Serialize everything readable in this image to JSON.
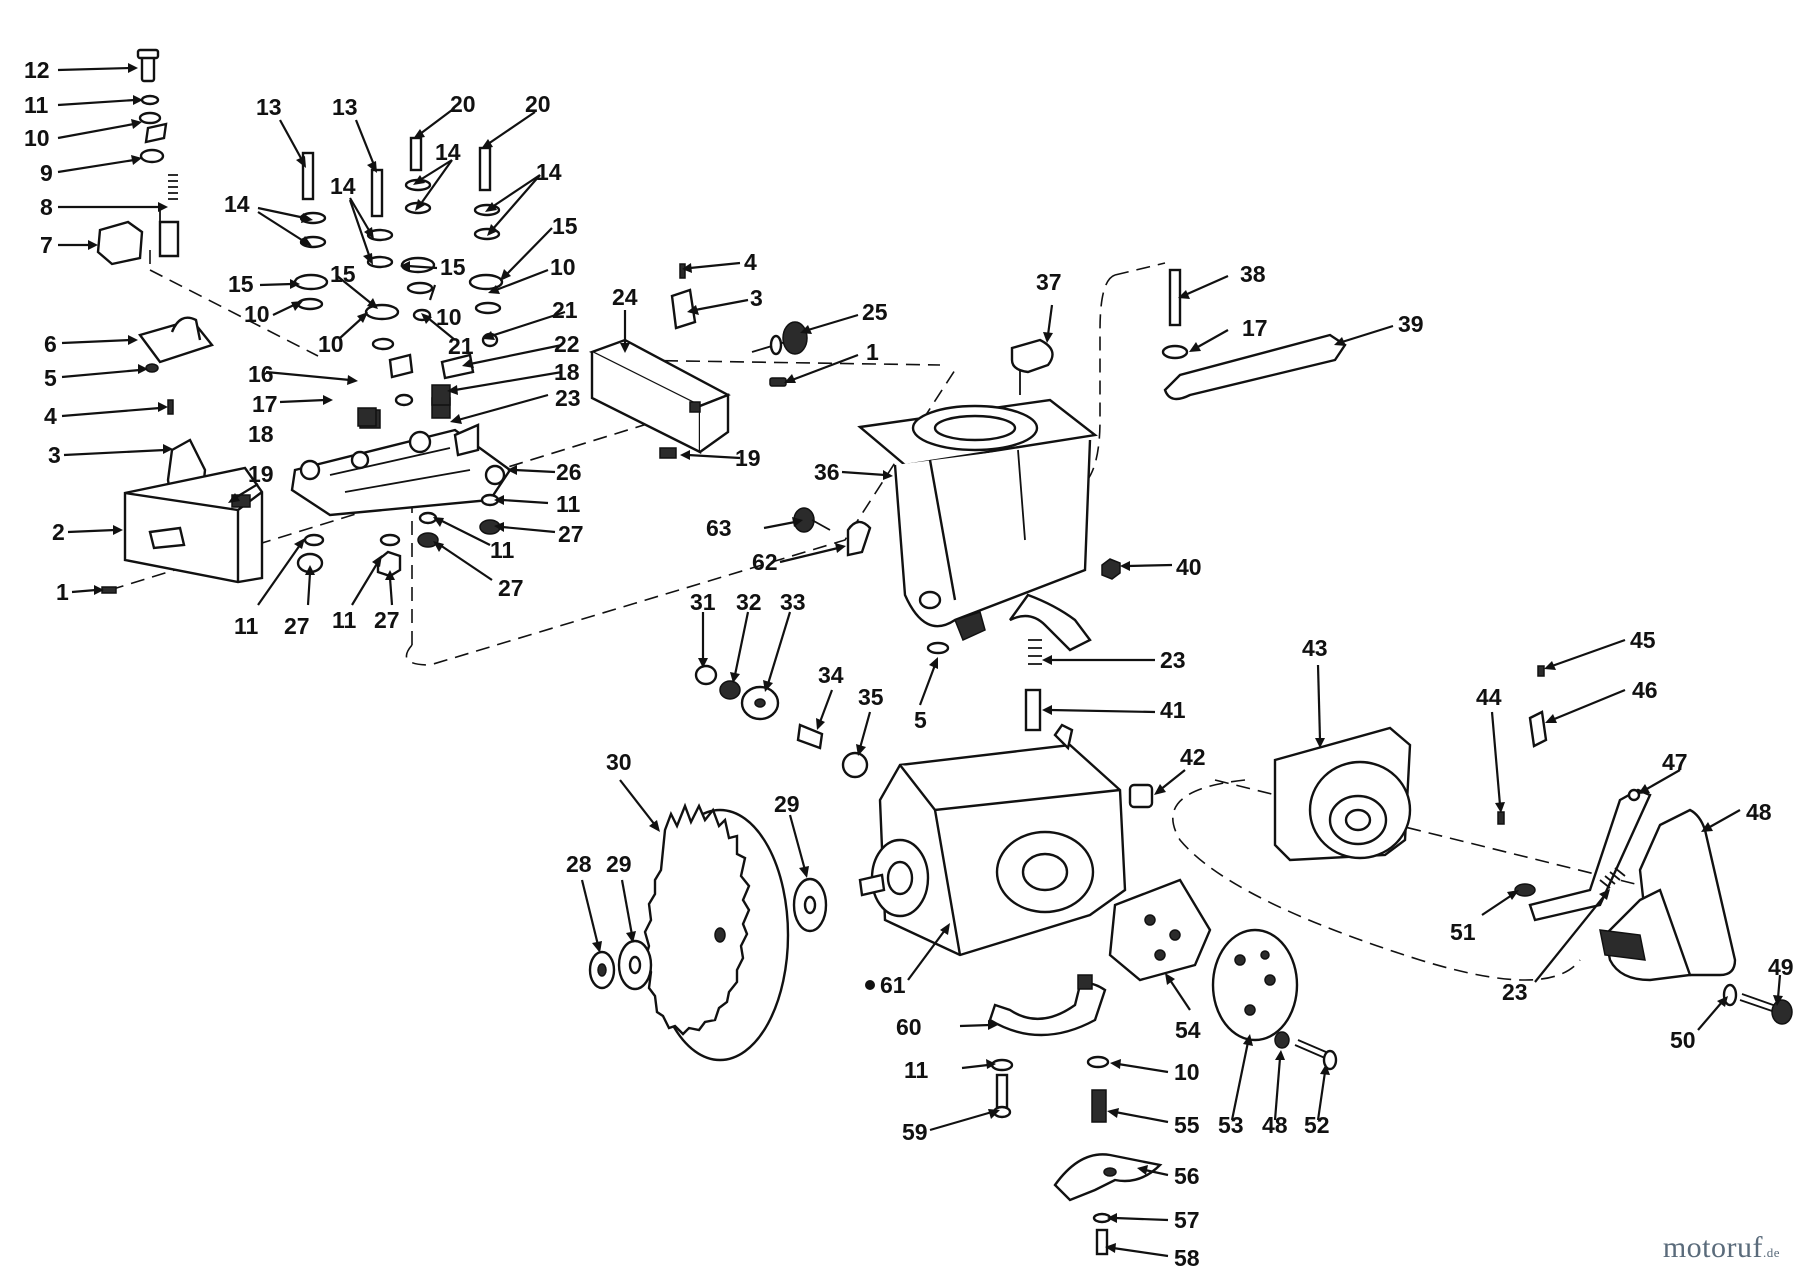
{
  "watermark": {
    "text": "motoruf",
    "suffix": ".de"
  },
  "callouts": [
    {
      "id": "c12a",
      "text": "12"
    },
    {
      "id": "c11a",
      "text": "11"
    },
    {
      "id": "c10a",
      "text": "10"
    },
    {
      "id": "c9",
      "text": "9"
    },
    {
      "id": "c8",
      "text": "8"
    },
    {
      "id": "c7",
      "text": "7"
    },
    {
      "id": "c6",
      "text": "6"
    },
    {
      "id": "c5a",
      "text": "5"
    },
    {
      "id": "c4a",
      "text": "4"
    },
    {
      "id": "c3a",
      "text": "3"
    },
    {
      "id": "c2",
      "text": "2"
    },
    {
      "id": "c1a",
      "text": "1"
    },
    {
      "id": "c13a",
      "text": "13"
    },
    {
      "id": "c13b",
      "text": "13"
    },
    {
      "id": "c20a",
      "text": "20"
    },
    {
      "id": "c20b",
      "text": "20"
    },
    {
      "id": "c14a",
      "text": "14"
    },
    {
      "id": "c14b",
      "text": "14"
    },
    {
      "id": "c14c",
      "text": "14"
    },
    {
      "id": "c14d",
      "text": "14"
    },
    {
      "id": "c15a",
      "text": "15"
    },
    {
      "id": "c15b",
      "text": "15"
    },
    {
      "id": "c15c",
      "text": "15"
    },
    {
      "id": "c15d",
      "text": "15"
    },
    {
      "id": "c10b",
      "text": "10"
    },
    {
      "id": "c10c",
      "text": "10"
    },
    {
      "id": "c10d",
      "text": "10"
    },
    {
      "id": "c10e",
      "text": "10"
    },
    {
      "id": "c21a",
      "text": "21"
    },
    {
      "id": "c21b",
      "text": "21"
    },
    {
      "id": "c22",
      "text": "22"
    },
    {
      "id": "c16",
      "text": "16"
    },
    {
      "id": "c17a",
      "text": "17"
    },
    {
      "id": "c18a",
      "text": "18"
    },
    {
      "id": "c18b",
      "text": "18"
    },
    {
      "id": "c23a",
      "text": "23"
    },
    {
      "id": "c19a",
      "text": "19"
    },
    {
      "id": "c26",
      "text": "26"
    },
    {
      "id": "c11b",
      "text": "11"
    },
    {
      "id": "c11c",
      "text": "11"
    },
    {
      "id": "c27a",
      "text": "27"
    },
    {
      "id": "c27b",
      "text": "27"
    },
    {
      "id": "c11d",
      "text": "11"
    },
    {
      "id": "c27c",
      "text": "27"
    },
    {
      "id": "c11e",
      "text": "11"
    },
    {
      "id": "c27d",
      "text": "27"
    },
    {
      "id": "c24",
      "text": "24"
    },
    {
      "id": "c4b",
      "text": "4"
    },
    {
      "id": "c3b",
      "text": "3"
    },
    {
      "id": "c25",
      "text": "25"
    },
    {
      "id": "c1b",
      "text": "1"
    },
    {
      "id": "c19b",
      "text": "19"
    },
    {
      "id": "c37",
      "text": "37"
    },
    {
      "id": "c38",
      "text": "38"
    },
    {
      "id": "c17b",
      "text": "17"
    },
    {
      "id": "c39",
      "text": "39"
    },
    {
      "id": "c36",
      "text": "36"
    },
    {
      "id": "c63",
      "text": "63"
    },
    {
      "id": "c62",
      "text": "62"
    },
    {
      "id": "c40",
      "text": "40"
    },
    {
      "id": "c31",
      "text": "31"
    },
    {
      "id": "c32",
      "text": "32"
    },
    {
      "id": "c33",
      "text": "33"
    },
    {
      "id": "c23b",
      "text": "23"
    },
    {
      "id": "c34",
      "text": "34"
    },
    {
      "id": "c35",
      "text": "35"
    },
    {
      "id": "c5b",
      "text": "5"
    },
    {
      "id": "c41",
      "text": "41"
    },
    {
      "id": "c42",
      "text": "42"
    },
    {
      "id": "c43",
      "text": "43"
    },
    {
      "id": "c45",
      "text": "45"
    },
    {
      "id": "c44",
      "text": "44"
    },
    {
      "id": "c46",
      "text": "46"
    },
    {
      "id": "c47",
      "text": "47"
    },
    {
      "id": "c48a",
      "text": "48"
    },
    {
      "id": "c30",
      "text": "30"
    },
    {
      "id": "c29a",
      "text": "29"
    },
    {
      "id": "c28",
      "text": "28"
    },
    {
      "id": "c29b",
      "text": "29"
    },
    {
      "id": "c51",
      "text": "51"
    },
    {
      "id": "c23c",
      "text": "23"
    },
    {
      "id": "c49",
      "text": "49"
    },
    {
      "id": "c50",
      "text": "50"
    },
    {
      "id": "c61",
      "text": "61"
    },
    {
      "id": "c54",
      "text": "54"
    },
    {
      "id": "c60",
      "text": "60"
    },
    {
      "id": "c11f",
      "text": "11"
    },
    {
      "id": "c10f",
      "text": "10"
    },
    {
      "id": "c59",
      "text": "59"
    },
    {
      "id": "c55",
      "text": "55"
    },
    {
      "id": "c53",
      "text": "53"
    },
    {
      "id": "c48b",
      "text": "48"
    },
    {
      "id": "c52",
      "text": "52"
    },
    {
      "id": "c56",
      "text": "56"
    },
    {
      "id": "c57",
      "text": "57"
    },
    {
      "id": "c58",
      "text": "58"
    }
  ]
}
